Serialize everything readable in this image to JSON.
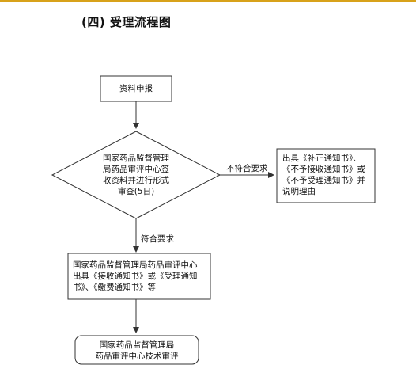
{
  "title": "(四) 受理流程图",
  "nodes": {
    "submit": "资料申报",
    "review": [
      "国家药品监督管理",
      "局药品审评中心签",
      "收资料并进行形式",
      "审查(5日)"
    ],
    "reject": [
      "出具《补正通知书》、",
      "《不予接收通知书》或",
      "《不予受理通知书》并",
      "说明理由"
    ],
    "accept": [
      "国家药品监督管理局药品审评中心",
      "出具《接收通知书》或《受理通知",
      "书》、《缴费通知书》等"
    ],
    "tech_review": [
      "国家药品监督管理局",
      "药品审评中心技术审评"
    ]
  },
  "edges": {
    "fail_label": "不符合要求",
    "pass_label": "符合要求"
  },
  "colors": {
    "accent_rule": "#d8a21a",
    "stroke": "#333333"
  }
}
